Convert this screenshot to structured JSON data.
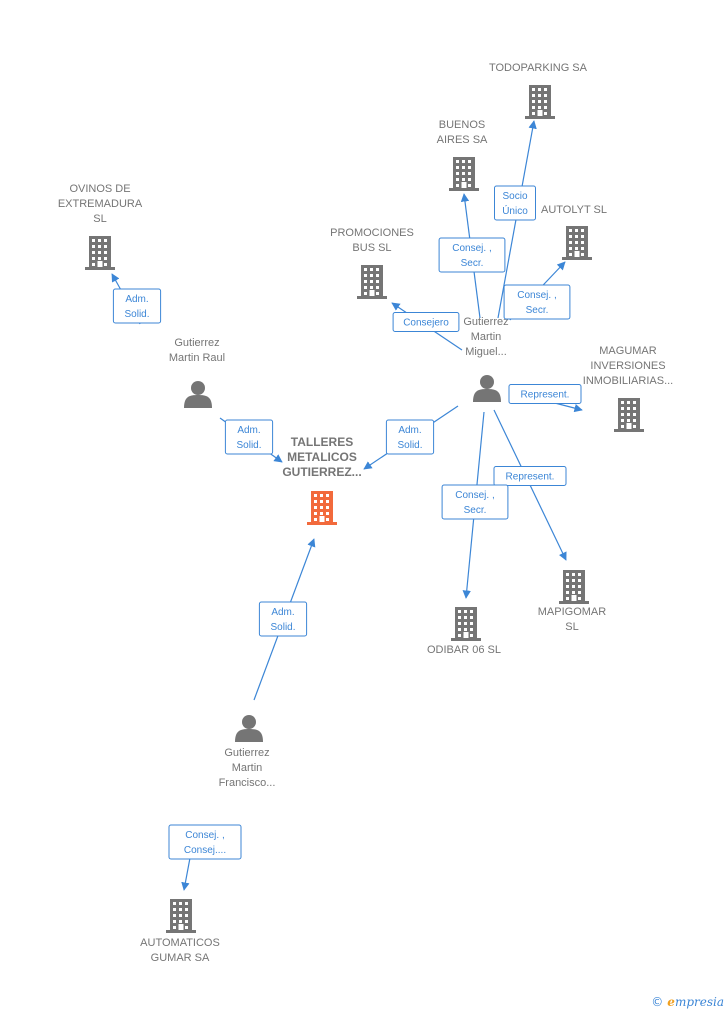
{
  "nodes": [
    {
      "id": "talleres",
      "kind": "company",
      "main": true,
      "label": [
        "TALLERES",
        "METALICOS",
        "GUTIERREZ..."
      ]
    },
    {
      "id": "ovinos",
      "kind": "company",
      "label": [
        "OVINOS DE",
        "EXTREMADURA",
        "SL"
      ]
    },
    {
      "id": "todoparking",
      "kind": "company",
      "label": [
        "TODOPARKING SA"
      ]
    },
    {
      "id": "buenos",
      "kind": "company",
      "label": [
        "BUENOS",
        "AIRES SA"
      ]
    },
    {
      "id": "autolyt",
      "kind": "company",
      "label": [
        "AUTOLYT  SL"
      ]
    },
    {
      "id": "promociones",
      "kind": "company",
      "label": [
        "PROMOCIONES",
        "BUS SL"
      ]
    },
    {
      "id": "magumar",
      "kind": "company",
      "label": [
        "MAGUMAR",
        "INVERSIONES",
        "INMOBILIARIAS..."
      ]
    },
    {
      "id": "mapigomar",
      "kind": "company",
      "label": [
        "MAPIGOMAR",
        "SL"
      ]
    },
    {
      "id": "odibar",
      "kind": "company",
      "label": [
        "ODIBAR 06  SL"
      ]
    },
    {
      "id": "automaticos",
      "kind": "company",
      "label": [
        "AUTOMATICOS",
        "GUMAR SA"
      ]
    },
    {
      "id": "raul",
      "kind": "person",
      "label": [
        "Gutierrez",
        "Martin Raul"
      ]
    },
    {
      "id": "miguel",
      "kind": "person",
      "label": [
        "Gutierrez",
        "Martin",
        "Miguel..."
      ]
    },
    {
      "id": "francisco",
      "kind": "person",
      "label": [
        "Gutierrez",
        "Martin",
        "Francisco..."
      ]
    }
  ],
  "edges": [
    {
      "from": "raul",
      "to": "ovinos",
      "label": [
        "Adm.",
        "Solid."
      ]
    },
    {
      "from": "raul",
      "to": "talleres",
      "label": [
        "Adm.",
        "Solid."
      ]
    },
    {
      "from": "miguel",
      "to": "talleres",
      "label": [
        "Adm.",
        "Solid."
      ]
    },
    {
      "from": "miguel",
      "to": "promociones",
      "label": [
        "Consejero"
      ]
    },
    {
      "from": "miguel",
      "to": "buenos",
      "label": [
        "Consej. ,",
        "Secr."
      ]
    },
    {
      "from": "miguel",
      "to": "todoparking",
      "label": [
        "Socio",
        "Único"
      ]
    },
    {
      "from": "miguel",
      "to": "autolyt",
      "label": [
        "Consej. ,",
        "Secr."
      ]
    },
    {
      "from": "miguel",
      "to": "magumar",
      "label": [
        "Represent."
      ]
    },
    {
      "from": "miguel",
      "to": "mapigomar",
      "label": [
        "Represent."
      ]
    },
    {
      "from": "miguel",
      "to": "odibar",
      "label": [
        "Consej. ,",
        "Secr."
      ]
    },
    {
      "from": "francisco",
      "to": "talleres",
      "label": [
        "Adm.",
        "Solid."
      ]
    },
    {
      "from": "francisco",
      "to": "automaticos",
      "label": [
        "Consej. ,",
        "Consej...."
      ]
    }
  ],
  "colors": {
    "edge": "#3c86d6",
    "company": "#757575",
    "main_company": "#f26a3c",
    "person": "#757575"
  },
  "footer": {
    "copyright": "©",
    "brand_initial": "e",
    "brand_rest": "mpresia"
  }
}
